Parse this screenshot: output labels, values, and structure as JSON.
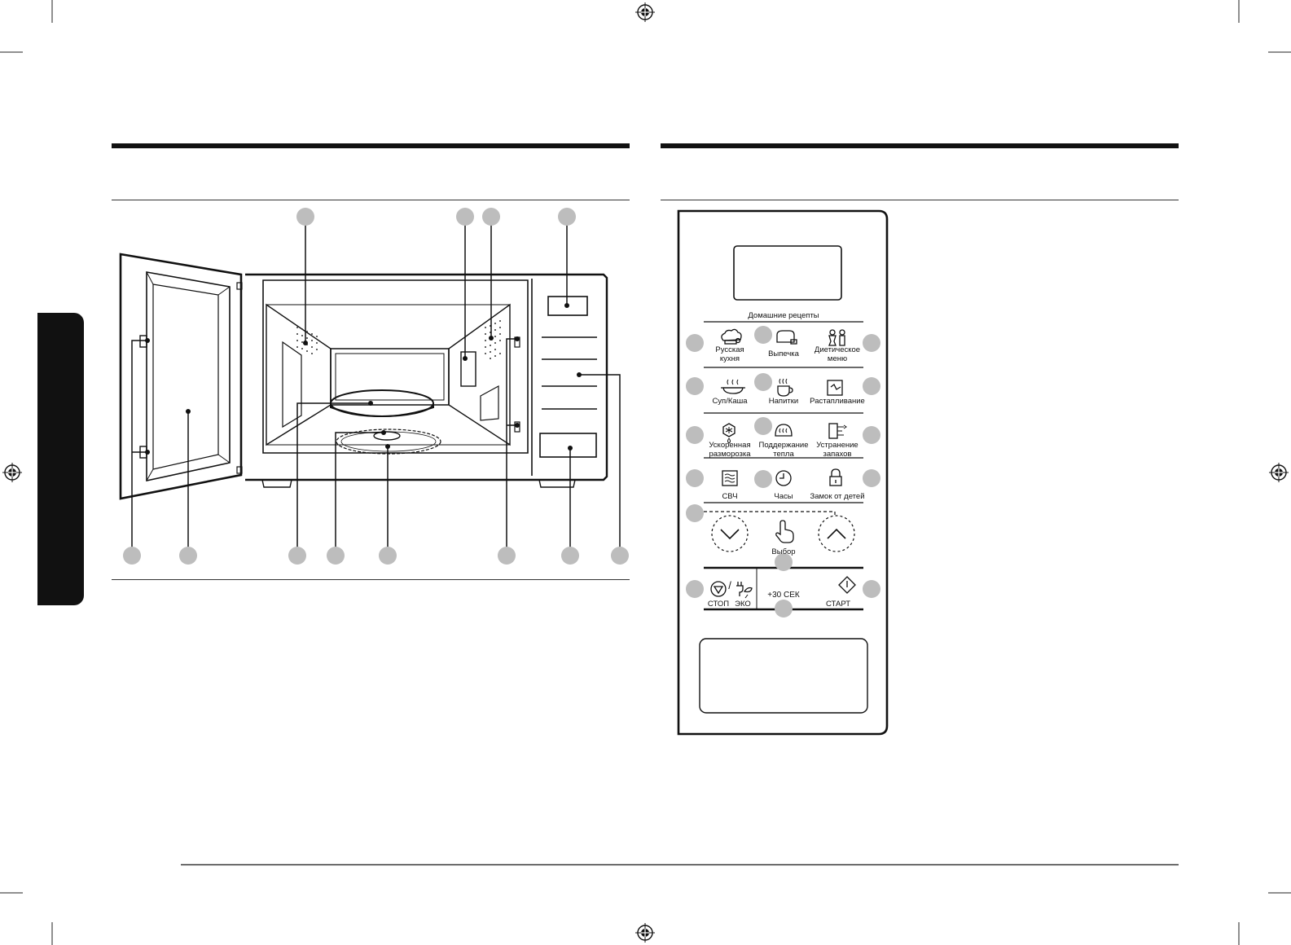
{
  "oven": {
    "callouts_top": [
      "",
      "",
      "",
      ""
    ],
    "callouts_bottom": [
      "",
      "",
      "",
      "",
      "",
      "",
      "",
      ""
    ]
  },
  "panel": {
    "section_title": "Домашние рецепты",
    "buttons": [
      {
        "label": "Русская\nкухня",
        "icon": "chef-hat-icon"
      },
      {
        "label": "Выпечка",
        "icon": "bread-icon"
      },
      {
        "label": "Диетическое\nменю",
        "icon": "figures-icon"
      },
      {
        "label": "Суп/Каша",
        "icon": "soup-bowl-icon"
      },
      {
        "label": "Напитки",
        "icon": "cup-icon"
      },
      {
        "label": "Растапливание",
        "icon": "melt-icon"
      },
      {
        "label": "Ускоренная\nразморозка",
        "icon": "snowflake-drop-icon"
      },
      {
        "label": "Поддержание\nтепла",
        "icon": "keep-warm-icon"
      },
      {
        "label": "Устранение\nзапахов",
        "icon": "deodorize-icon"
      },
      {
        "label": "СВЧ",
        "icon": "microwave-waves-icon"
      },
      {
        "label": "Часы",
        "icon": "clock-icon"
      },
      {
        "label": "Замок от детей",
        "icon": "lock-icon"
      }
    ],
    "select_label": "Выбор",
    "stop_label": "СТОП",
    "slash": "/",
    "eco_label": "ЭКО",
    "plus30_label": "+30 СЕК",
    "start_label": "СТАРТ"
  }
}
